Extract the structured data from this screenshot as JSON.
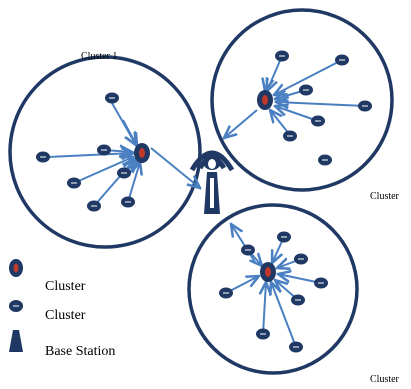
{
  "labels": {
    "cluster_top_left": "Cluster 1",
    "cluster_right": "Cluster",
    "cluster_bottom": "Cluster"
  },
  "legend": {
    "head_label": "Cluster",
    "member_label": "Cluster",
    "base_station_label": "Base Station"
  },
  "colors": {
    "cluster_ring": "#1f3864",
    "member_node": "#1f3864",
    "head_fill": "#c0392b",
    "arrow": "#4a7fc1",
    "tower": "#1f3864"
  }
}
